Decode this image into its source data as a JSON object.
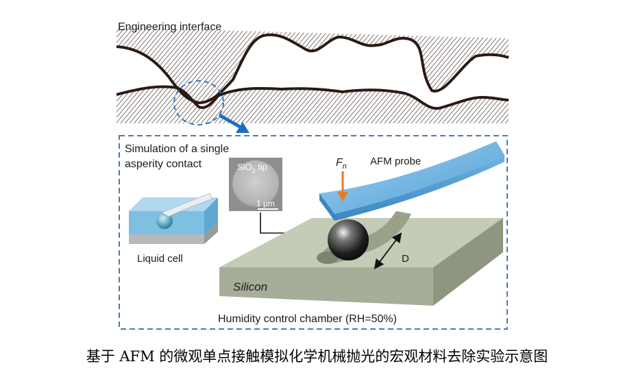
{
  "engineering_interface": {
    "title": "Engineering interface"
  },
  "simulation": {
    "title_line1": "Simulation of a single",
    "title_line2": "asperity contact"
  },
  "sem_inset": {
    "tip_label": "SiO",
    "tip_subscript": "2",
    "tip_suffix": " tip",
    "scale_bar": "1 μm"
  },
  "liquid_cell": {
    "label": "Liquid cell"
  },
  "probe": {
    "label": "AFM probe",
    "force_symbol": "F",
    "force_subscript": "n"
  },
  "sample": {
    "label": "Silicon",
    "displacement_symbol": "D"
  },
  "chamber": {
    "label": "Humidity control chamber (RH=50%)"
  },
  "caption": "基于 AFM 的微观单点接触模拟化学机械抛光的宏观材料去除实验示意图",
  "colors": {
    "rough_line": "#2a1a14",
    "dashed_border": "#4a7aa8",
    "arrow_blue": "#1a6fc4",
    "liquid_blue": "#8fc3e4",
    "silicon_top": "#c4cbb7",
    "force_arrow": "#e87a2a"
  }
}
